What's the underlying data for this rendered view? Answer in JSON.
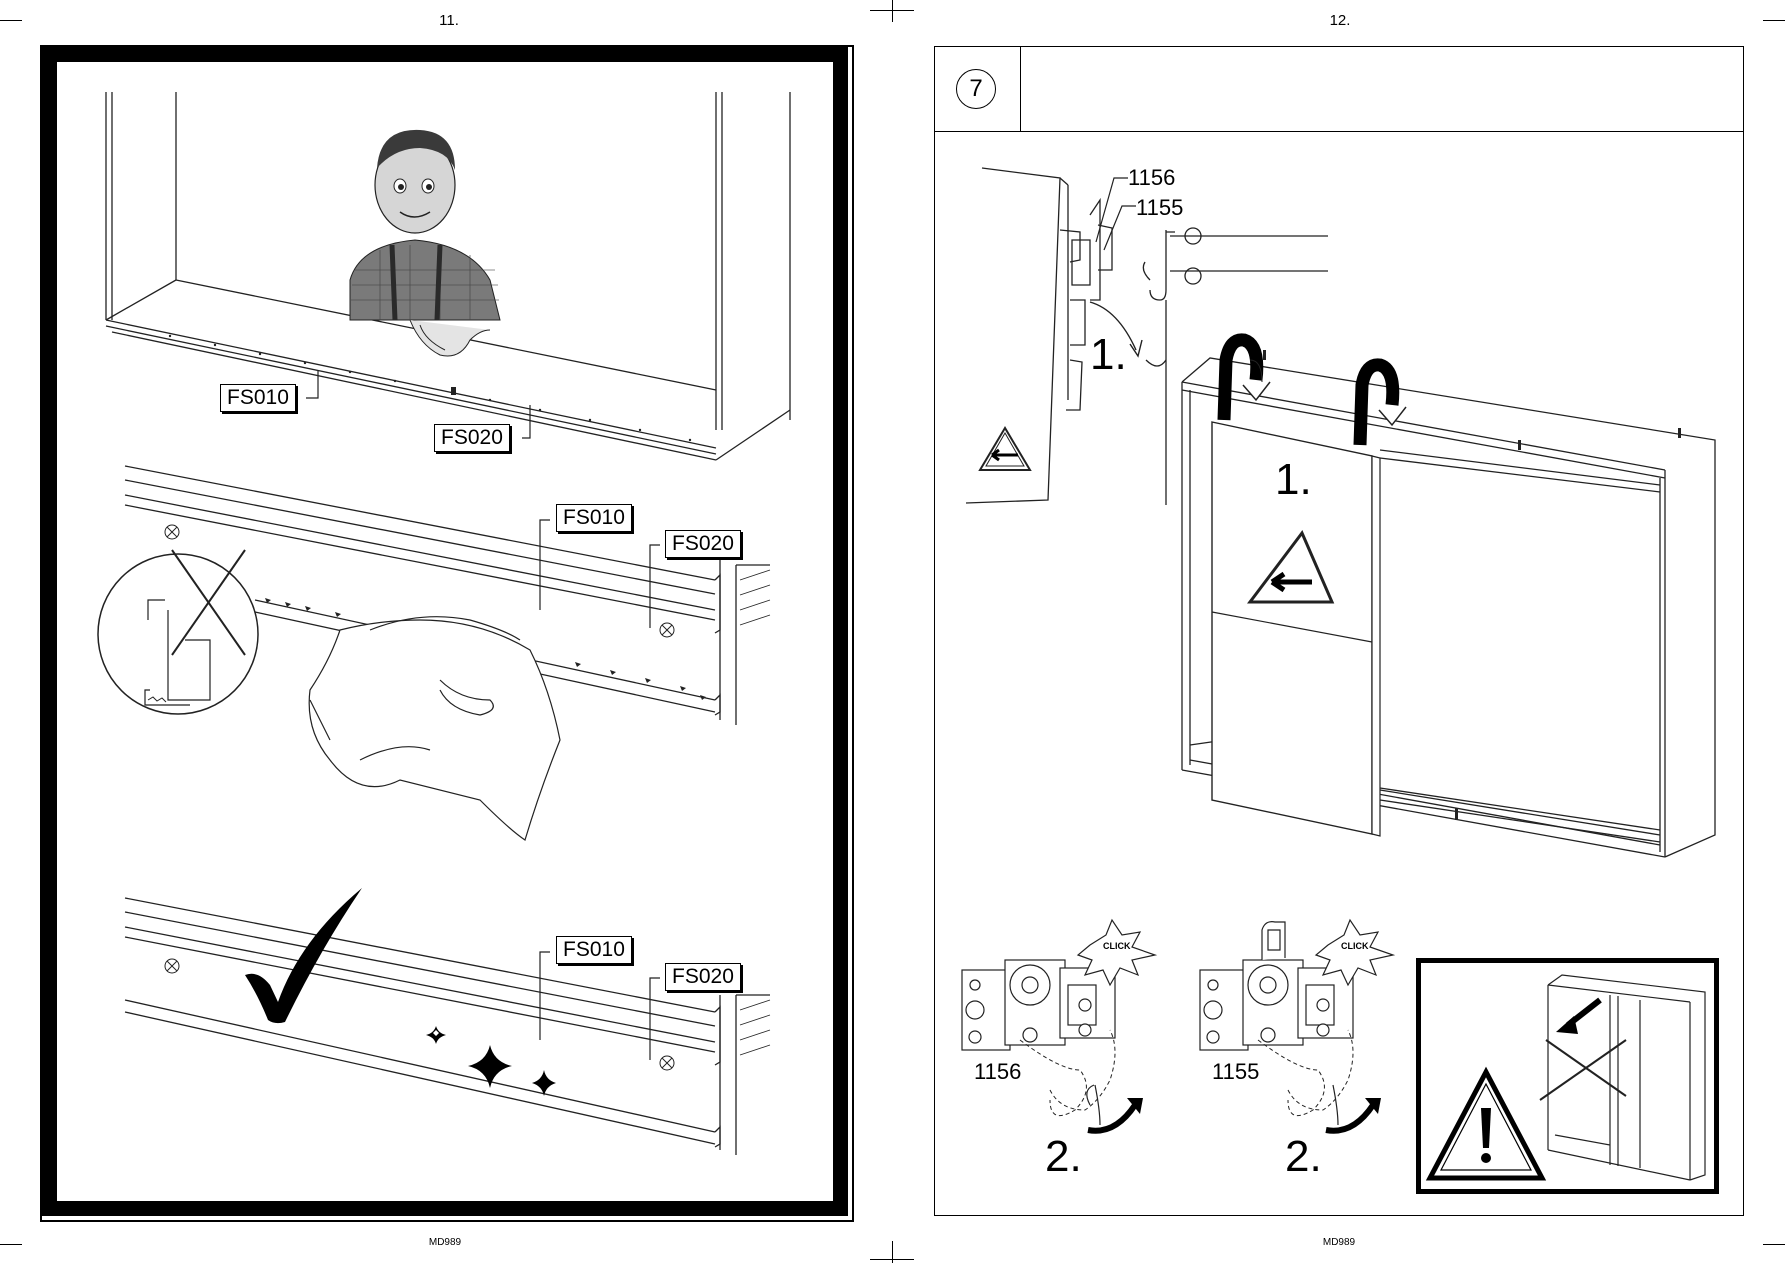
{
  "left_page": {
    "page_number": "11.",
    "footer_code": "MD989",
    "panel_top": {
      "labels": [
        "FS010",
        "FS020"
      ]
    },
    "panel_wrong": {
      "labels": [
        "FS010",
        "FS020"
      ]
    },
    "panel_right": {
      "labels": [
        "FS010",
        "FS020"
      ]
    }
  },
  "right_page": {
    "page_number": "12.",
    "footer_code": "MD989",
    "step_number": "7",
    "main_callouts": [
      "1156",
      "1155"
    ],
    "step_label_hook": "1.",
    "step_label_door": "1.",
    "detail_left": {
      "part_code": "1156",
      "click_text": "CLICK",
      "step_label": "2."
    },
    "detail_right": {
      "part_code": "1155",
      "click_text": "CLICK",
      "step_label": "2."
    },
    "warning_box": {
      "icon": "warning-triangle-icon"
    }
  }
}
